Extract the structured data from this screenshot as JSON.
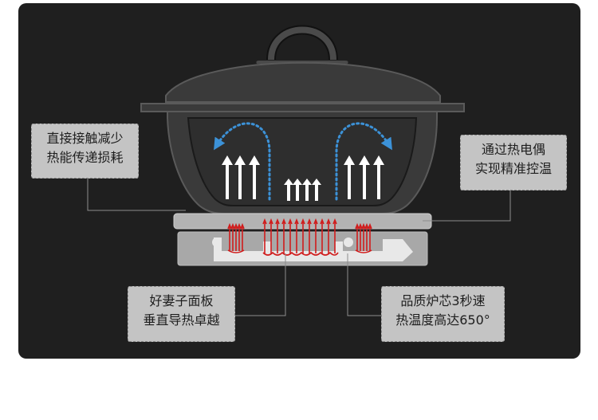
{
  "callouts": {
    "direct_contact": {
      "line1": "直接接触减少",
      "line2": "热能传递损耗"
    },
    "precise_control": {
      "line1": "通过热电偶",
      "line2": "实现精准控温"
    },
    "panel": {
      "line1": "好妻子面板",
      "line2": "垂直导热卓越"
    },
    "core": {
      "line1": "品质炉芯3秒速",
      "line2": "热温度高达650°"
    }
  },
  "colors": {
    "background": "#1f1f1f",
    "pot": "#3a3a3a",
    "pot_outline": "#5a5a5a",
    "plate": "#b3b3b3",
    "base": "#a8a8a8",
    "heat_arrows": "#ffffff",
    "convection": "#3c92d8",
    "heater_elements": "#d01c1c",
    "callout_fill": "#c4c4c4"
  },
  "icons": {
    "heat": "up-arrow-icon",
    "convection": "curved-arrow-icon"
  }
}
